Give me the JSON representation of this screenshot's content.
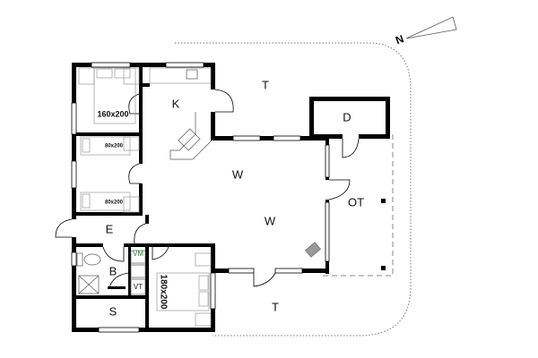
{
  "floorplan": {
    "compass": {
      "label": "N"
    },
    "rooms": {
      "kitchen": "K",
      "living_1": "W",
      "living_2": "W",
      "terrace_north": "T",
      "terrace_south": "T",
      "storage": "D",
      "covered_terrace": "OT",
      "entrance": "E",
      "bathroom": "B",
      "utility": "S"
    },
    "beds": {
      "double_1": "160x200",
      "single_1": "80x200",
      "single_2": "80x200",
      "double_2": "180x200"
    },
    "fixtures": {
      "washing_machine": "VM",
      "water_heater": "VT"
    },
    "colors": {
      "wall": "#000000",
      "window": "#ffffff",
      "line": "#555555",
      "stove": "#999999",
      "fixture_green": "#2e7d32"
    }
  }
}
